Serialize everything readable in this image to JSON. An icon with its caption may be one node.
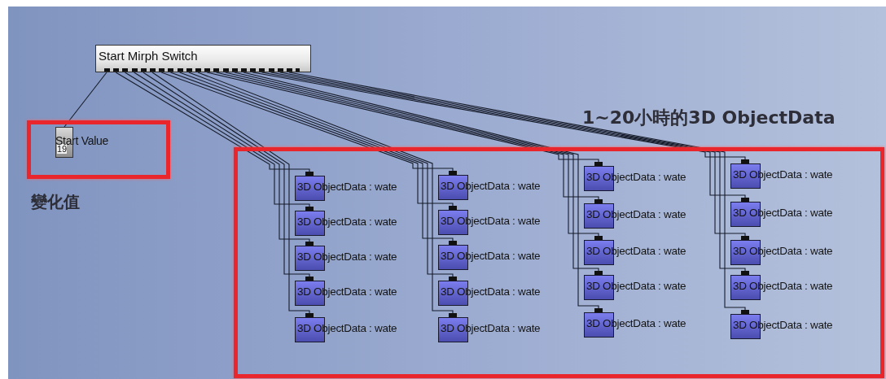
{
  "diagram": {
    "nodes": [
      {
        "text": [
          "Start Mirph Switch"
        ]
      },
      {
        "text": [
          "變化值"
        ]
      },
      {
        "text": [
          "Start Value",
          "19"
        ],
        "in": 1
      },
      {
        "text": [
          "1~20小時的3D ObjectData"
        ]
      },
      {
        "text": [
          "3D ObjectData : wate"
        ],
        "in": 3
      },
      {
        "text": [
          "3D ObjectData : wate"
        ],
        "in": 3
      },
      {
        "text": [
          "3D ObjectData : wate"
        ],
        "in": 3
      },
      {
        "text": [
          "3D ObjectData : wate"
        ],
        "in": 3
      },
      {
        "text": [
          "3D ObjectData : wate"
        ],
        "in": 3
      },
      {
        "text": [
          "3D ObjectData : wate"
        ],
        "in": 3
      },
      {
        "text": [
          "3D ObjectData : wate"
        ],
        "in": 3
      },
      {
        "text": [
          "3D ObjectData : wate"
        ],
        "in": 3
      },
      {
        "text": [
          "3D ObjectData : wate"
        ],
        "in": 3
      },
      {
        "text": [
          "3D ObjectData : wate"
        ],
        "in": 3
      },
      {
        "text": [
          "3D ObjectData : wate"
        ],
        "in": 3
      },
      {
        "text": [
          "3D ObjectData : wate"
        ],
        "in": 3
      },
      {
        "text": [
          "3D ObjectData : wate"
        ],
        "in": 3
      },
      {
        "text": [
          "3D ObjectData : wate"
        ],
        "in": 3
      },
      {
        "text": [
          "3D ObjectData : wate"
        ],
        "in": 3
      },
      {
        "text": [
          "3D ObjectData : wate"
        ],
        "in": 3
      },
      {
        "text": [
          "3D ObjectData : wate"
        ],
        "in": 3
      },
      {
        "text": [
          "3D ObjectData : wate"
        ],
        "in": 3
      },
      {
        "text": [
          "3D ObjectData : wate"
        ],
        "in": 3
      },
      {
        "text": [
          "3D ObjectData : wate"
        ],
        "in": 3
      }
    ],
    "edges": [
      {
        "from": 0,
        "to": 2,
        "arrow": "none"
      },
      {
        "from": 0,
        "to": 4,
        "arrow": "none"
      },
      {
        "from": 0,
        "to": 5,
        "arrow": "none"
      },
      {
        "from": 0,
        "to": 6,
        "arrow": "none"
      },
      {
        "from": 0,
        "to": 7,
        "arrow": "none"
      },
      {
        "from": 0,
        "to": 8,
        "arrow": "none"
      },
      {
        "from": 0,
        "to": 9,
        "arrow": "none"
      },
      {
        "from": 0,
        "to": 10,
        "arrow": "none"
      },
      {
        "from": 0,
        "to": 11,
        "arrow": "none"
      },
      {
        "from": 0,
        "to": 12,
        "arrow": "none"
      },
      {
        "from": 0,
        "to": 13,
        "arrow": "none"
      },
      {
        "from": 0,
        "to": 14,
        "arrow": "none"
      },
      {
        "from": 0,
        "to": 15,
        "arrow": "none"
      },
      {
        "from": 0,
        "to": 16,
        "arrow": "none"
      },
      {
        "from": 0,
        "to": 17,
        "arrow": "none"
      },
      {
        "from": 0,
        "to": 18,
        "arrow": "none"
      },
      {
        "from": 0,
        "to": 19,
        "arrow": "none"
      },
      {
        "from": 0,
        "to": 20,
        "arrow": "none"
      },
      {
        "from": 0,
        "to": 21,
        "arrow": "none"
      },
      {
        "from": 0,
        "to": 22,
        "arrow": "none"
      },
      {
        "from": 0,
        "to": 23,
        "arrow": "none"
      }
    ]
  }
}
